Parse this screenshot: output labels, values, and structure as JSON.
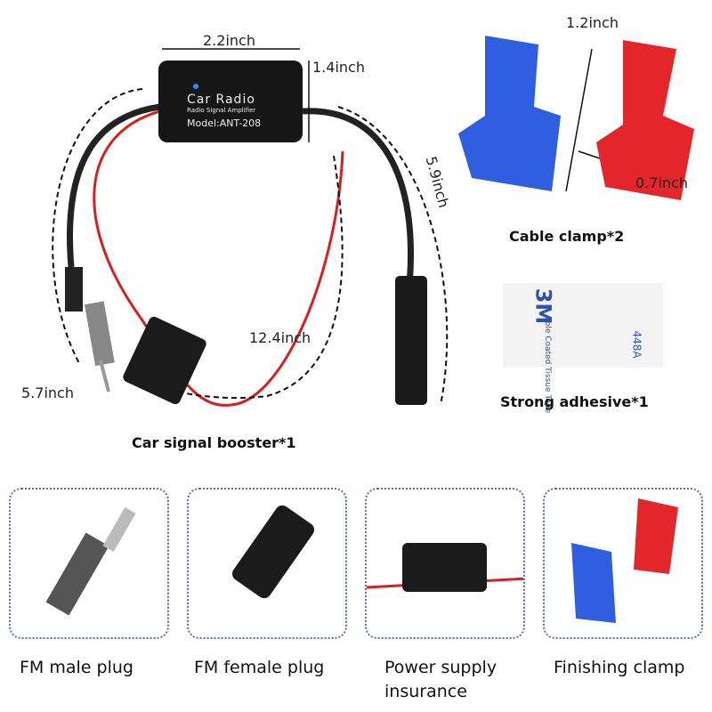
{
  "device": {
    "brand": "Car Radio",
    "subtitle": "Radio Signal Amplifier",
    "model": "Model:ANT-208"
  },
  "dimensions": {
    "width": "2.2inch",
    "height": "1.4inch",
    "female_cable": "5.9inch",
    "power_cable": "12.4inch",
    "male_cable": "5.7inch",
    "clamp_height": "1.2inch",
    "clamp_width": "0.7inch"
  },
  "labels": {
    "booster": "Car signal booster*1",
    "clamp": "Cable clamp*2",
    "adhesive": "Strong adhesive*1",
    "tape_text_1": "3M",
    "tape_text_2": "uble Coated Tissue Tape",
    "tape_text_3": "448A"
  },
  "features": [
    {
      "label": "FM male plug"
    },
    {
      "label": "FM female plug"
    },
    {
      "label": "Power supply insurance"
    },
    {
      "label": "Finishing clamp"
    }
  ],
  "colors": {
    "clamp_blue": "#2f5fe0",
    "clamp_red": "#e3262a",
    "wire_red": "#d61f1f",
    "frame": "#5a6aa8"
  }
}
